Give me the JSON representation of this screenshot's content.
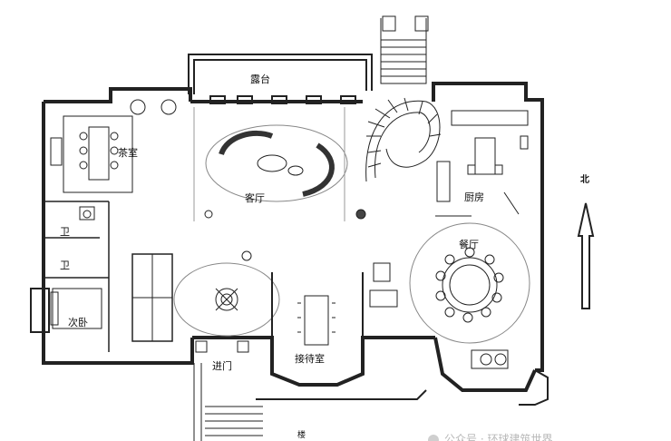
{
  "rooms": {
    "terrace": "露台",
    "tea_room": "茶室",
    "living_room": "客厅",
    "kitchen": "厨房",
    "bath_1": "卫",
    "bath_2": "卫",
    "dining_room": "餐厅",
    "second_bedroom": "次卧",
    "entrance": "进门",
    "reception_room": "接待室"
  },
  "compass": {
    "north": "北"
  },
  "stair_label": "楼",
  "watermark": "公众号 · 环球建筑世界"
}
